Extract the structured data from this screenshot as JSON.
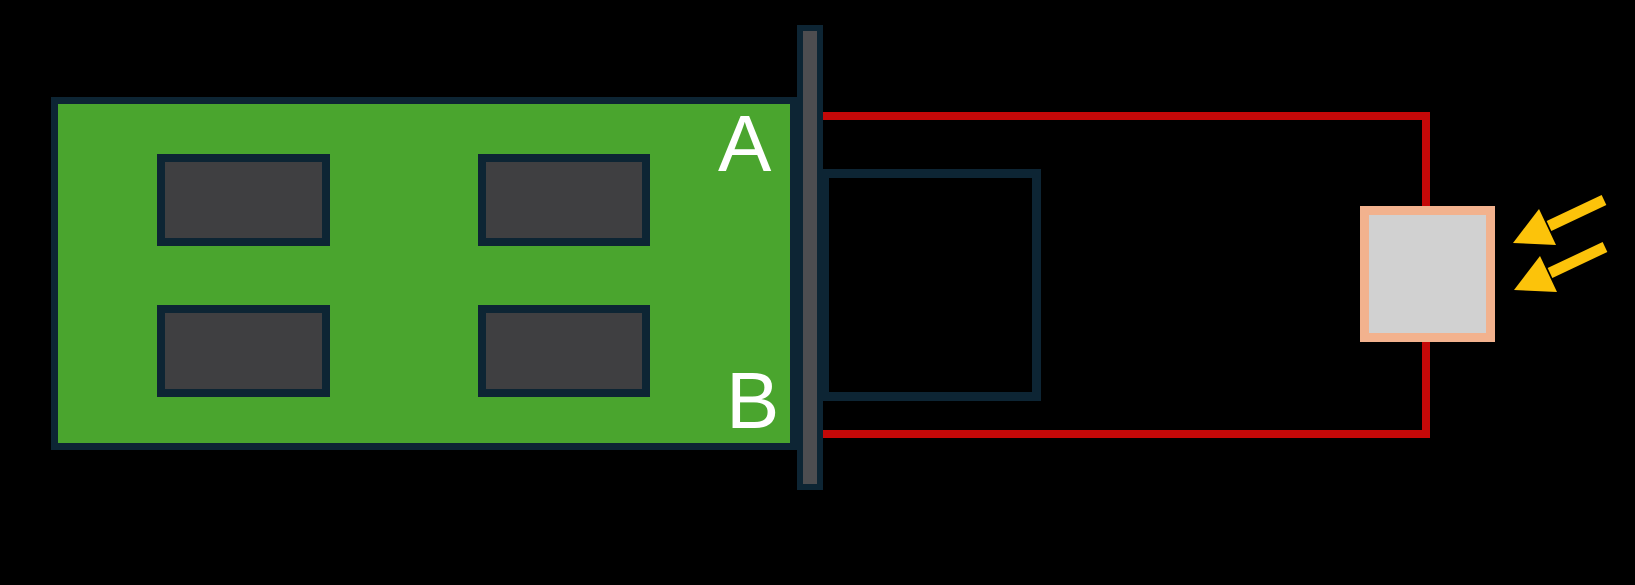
{
  "diagram": {
    "labels": {
      "terminal_a": "A",
      "terminal_b": "B"
    },
    "colors": {
      "background": "#000000",
      "outline_navy": "#0d2534",
      "board_green": "#4aa52e",
      "chip_gray": "#3f3f41",
      "bracket_gray": "#4d4d50",
      "wire_red": "#c40808",
      "sensor_fill_gray": "#d1d1d1",
      "sensor_border_peach": "#f2b28e",
      "light_yellow": "#fcc30a"
    },
    "components": {
      "board": "circuit-board",
      "chip_count": "4",
      "bracket": "panel-bracket",
      "enclosure": "enclosure-box",
      "wire": "red-wire-loop",
      "sensor": "light-sensor",
      "light": "incoming-light-rays"
    }
  }
}
